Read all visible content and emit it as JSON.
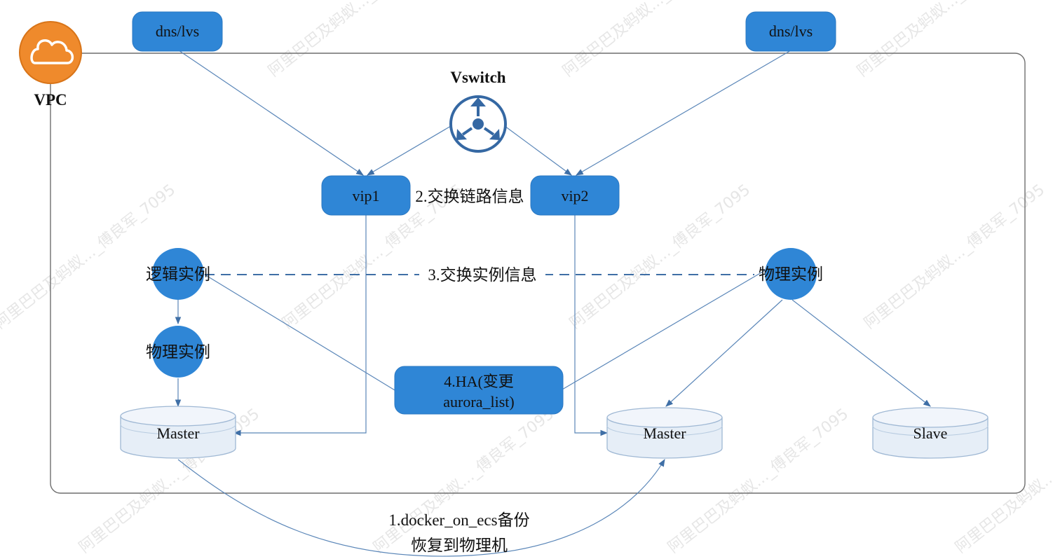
{
  "vpc": {
    "label": "VPC",
    "icon": "cloud-icon",
    "color": "#ef8a2c"
  },
  "vswitch": {
    "label": "Vswitch",
    "icon": "switch-icon"
  },
  "dns_left": "dns/lvs",
  "dns_right": "dns/lvs",
  "vip1": "vip1",
  "vip2": "vip2",
  "step2": "2.交换链路信息",
  "step3": "3.交换实例信息",
  "step4": {
    "line1": "4.HA(变更",
    "line2": "aurora_list)"
  },
  "step1": {
    "line1": "1.docker_on_ecs备份",
    "line2": "恢复到物理机"
  },
  "left_logic": "逻辑实例",
  "left_physical": "物理实例",
  "right_physical": "物理实例",
  "db_left": "Master",
  "db_mid": "Master",
  "db_right": "Slave",
  "watermark": "阿里巴巴及蚂蚁..._傅良军_7095",
  "colors": {
    "node_blue": "#2f86d6",
    "edge_blue": "#5a86b8",
    "db_fill": "#e6eef7"
  }
}
